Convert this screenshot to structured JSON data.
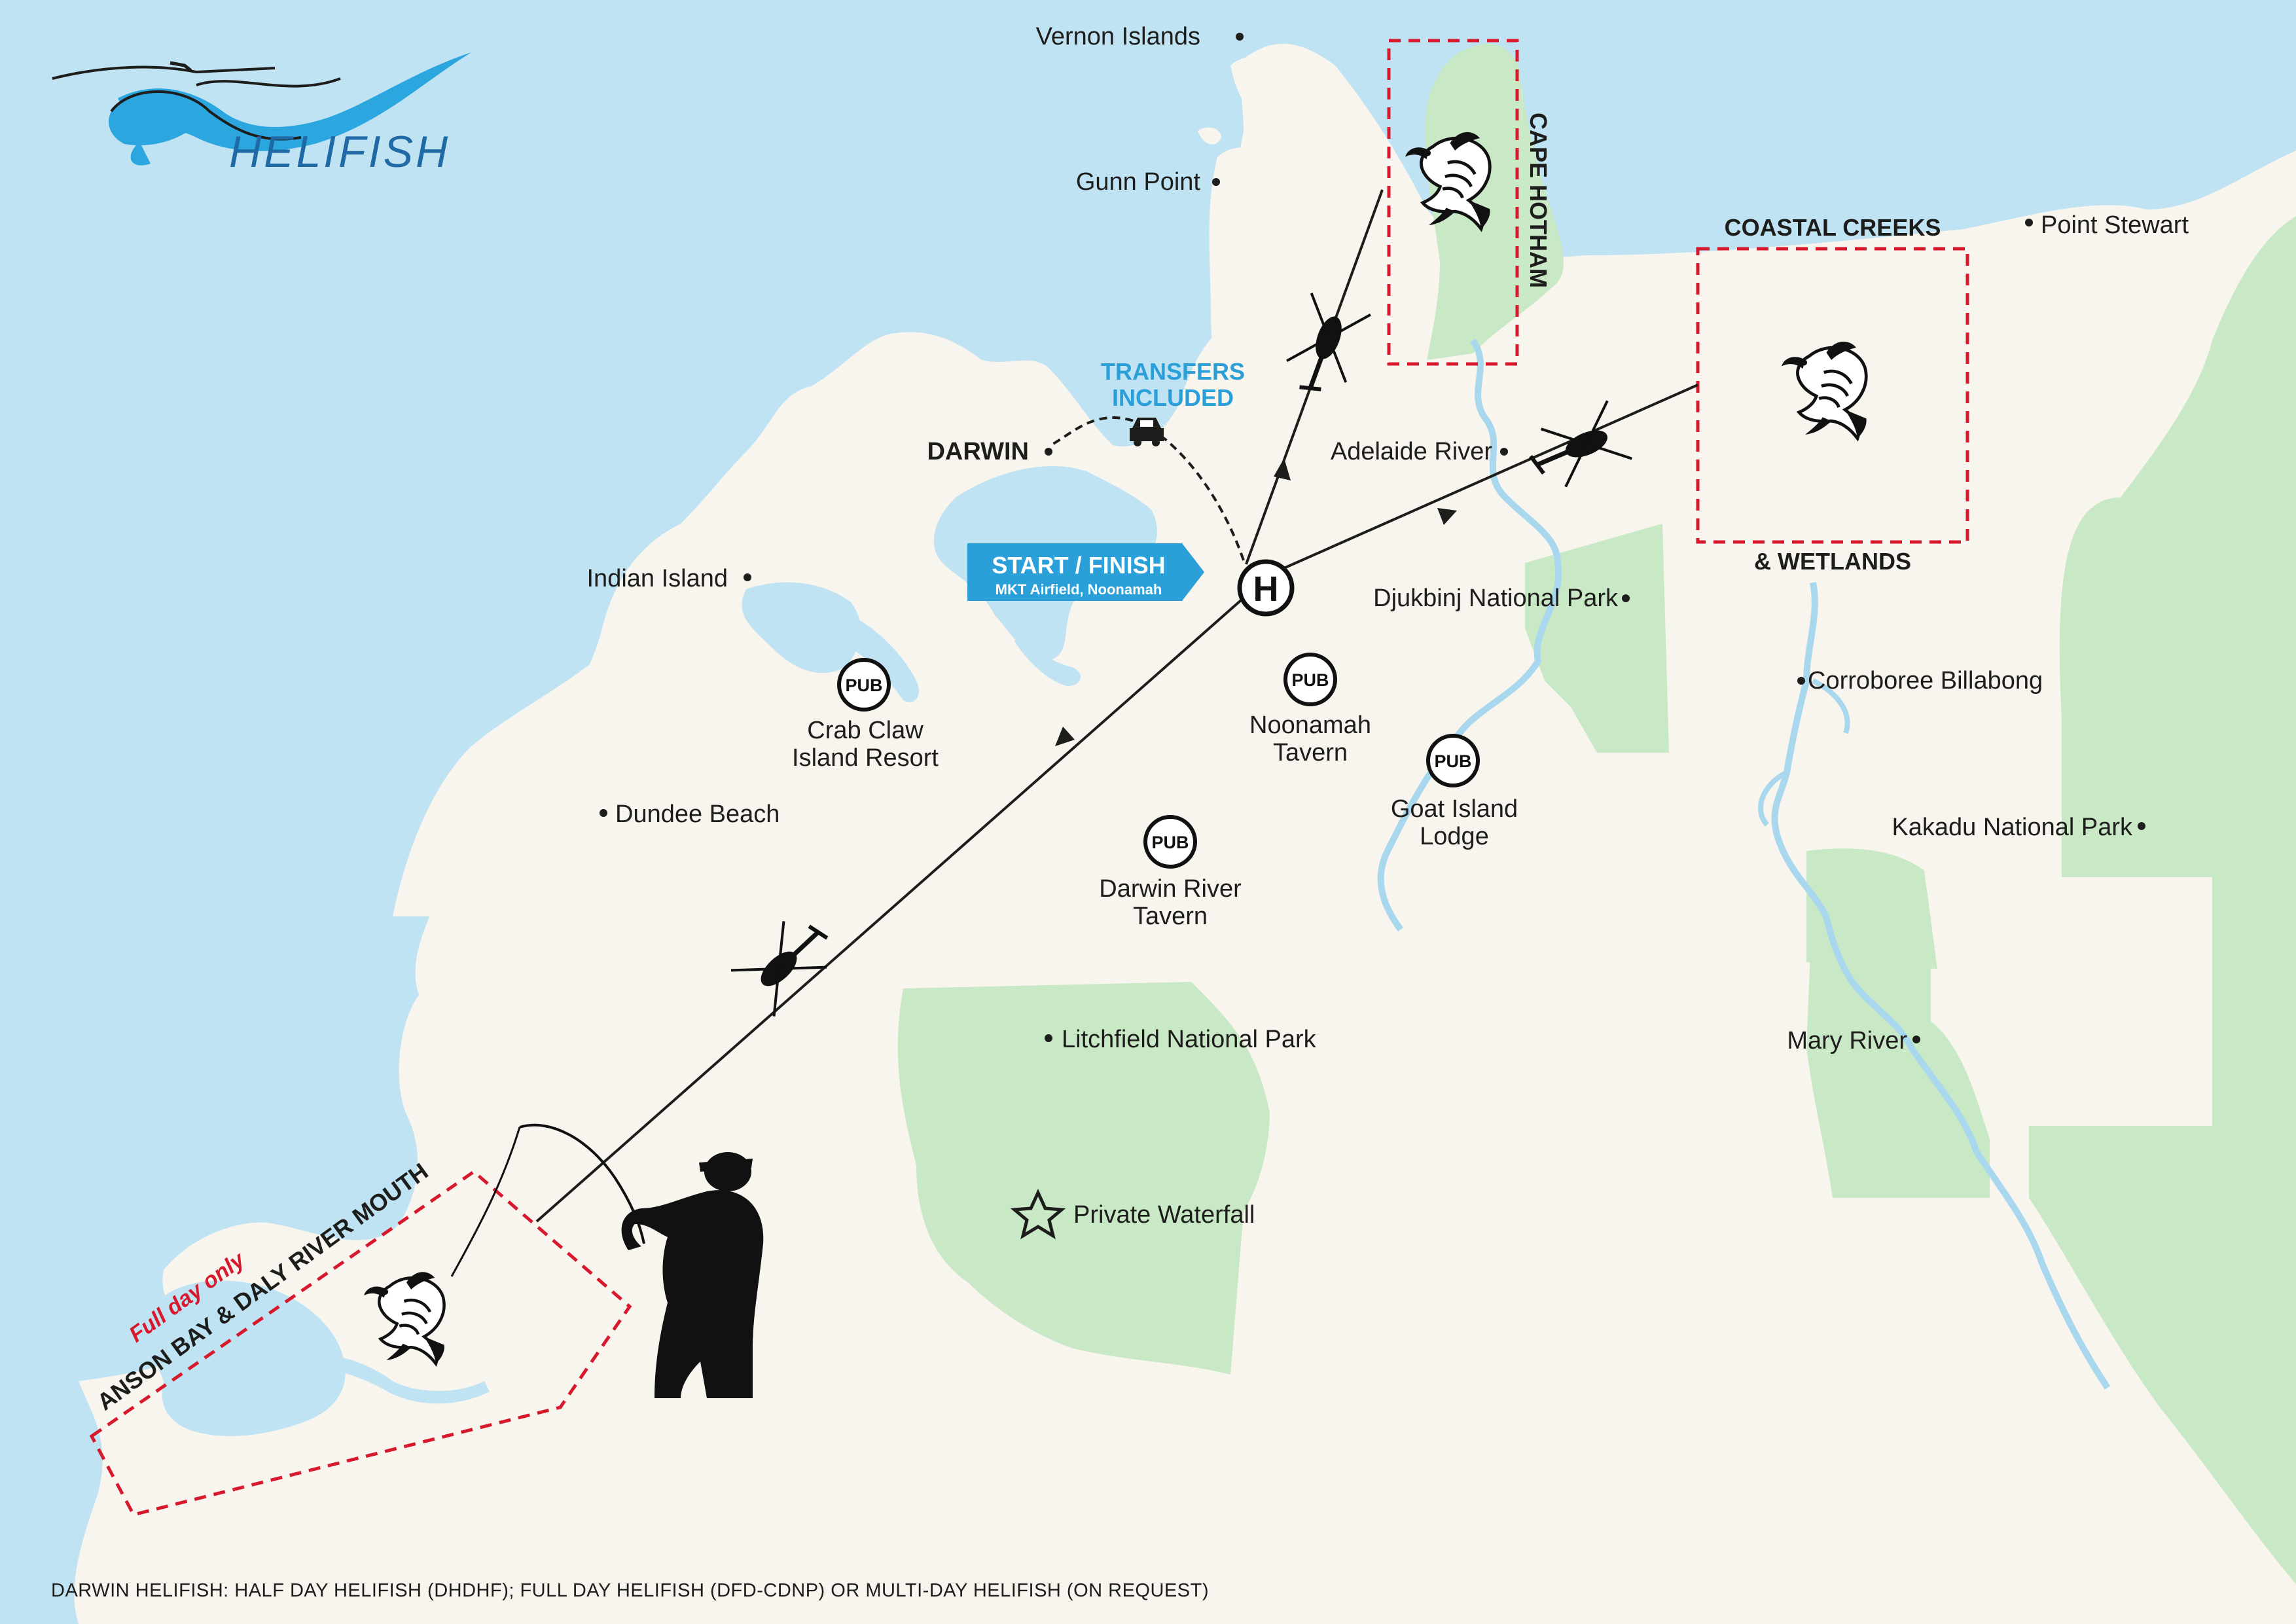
{
  "brand": {
    "name": "HELIFISH",
    "color": "#1f6aa5",
    "accent": "#2ba6de"
  },
  "colors": {
    "sea": "#bfe3f2",
    "land": "#f8f4ee",
    "park": "#c9e9c6",
    "river": "#a9d8ee",
    "route": "#1d1d1b",
    "zone": "#d7192d",
    "tag": "#2a9fd8"
  },
  "start": {
    "title": "START / FINISH",
    "subtitle": "MKT Airfield, Noonamah",
    "marker": "H"
  },
  "transfers": {
    "line1": "TRANSFERS",
    "line2": "INCLUDED"
  },
  "zones": {
    "cape_hotham": "CAPE HOTHAM",
    "coastal_top": "COASTAL CREEKS",
    "coastal_bottom": "& WETLANDS",
    "anson_label": "ANSON BAY & DALY RIVER MOUTH",
    "anson_note": "Full day only"
  },
  "places": {
    "vernon": "Vernon Islands",
    "gunn": "Gunn Point",
    "point_stewart": "Point Stewart",
    "darwin": "DARWIN",
    "adelaide": "Adelaide River",
    "indian": "Indian Island",
    "djukbinj": "Djukbinj National Park",
    "corroboree": "Corroboree Billabong",
    "dundee": "Dundee Beach",
    "kakadu": "Kakadu National Park",
    "litchfield": "Litchfield National Park",
    "mary": "Mary River",
    "waterfall": "Private Waterfall"
  },
  "pubs": {
    "badge": "PUB",
    "crab_1": "Crab Claw",
    "crab_2": "Island Resort",
    "noon_1": "Noonamah",
    "noon_2": "Tavern",
    "goat_1": "Goat Island",
    "goat_2": "Lodge",
    "dr_1": "Darwin River",
    "dr_2": "Tavern"
  },
  "icons": [
    "helifish-logo-icon",
    "helicopter-icon",
    "fish-icon",
    "car-icon",
    "heliport-icon",
    "pub-icon",
    "star-icon",
    "fisherman-silhouette-icon"
  ],
  "footer": "DARWIN HELIFISH: HALF DAY HELIFISH (DHDHF); FULL DAY HELIFISH (DFD-CDNP) OR MULTI-DAY HELIFISH (ON REQUEST)"
}
